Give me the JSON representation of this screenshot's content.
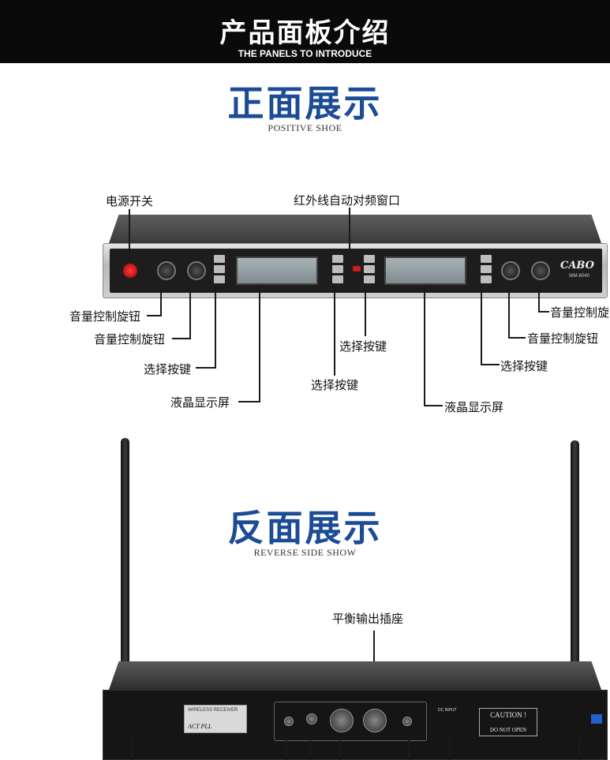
{
  "header": {
    "title": "产品面板介绍",
    "subtitle": "THE PANELS TO INTRODUCE"
  },
  "front": {
    "title": "正面展示",
    "subtitle": "POSITIVE SHOE",
    "callouts": {
      "power_switch": "电源开关",
      "ir_window": "红外线自动对频窗口",
      "volume_knob_1": "音量控制旋钮",
      "volume_knob_2": "音量控制旋钮",
      "select_button_1": "选择按键",
      "lcd_1": "液晶显示屏",
      "select_button_2": "选择按键",
      "select_button_3": "选择按键",
      "lcd_2": "液晶显示屏",
      "volume_knob_3": "音量控制旋",
      "volume_knob_4": "音量控制旋钮",
      "select_button_4": "选择按键"
    },
    "device": {
      "brand": "CABO",
      "model": "WM-8040"
    }
  },
  "rear": {
    "title": "反面展示",
    "subtitle": "REVERSE SIDE SHOW",
    "callouts": {
      "balanced_output": "平衡输出插座"
    },
    "device": {
      "label_line": "WIRELESS RECEIVER",
      "label_pll": "ACT PLL",
      "caution": "CAUTION !",
      "do_not_open": "DO NOT OPEN",
      "dc_input": "DC INPUT"
    }
  },
  "colors": {
    "banner_bg": "#0a0a0a",
    "title_blue": "#1c4c96",
    "power_red": "#cc1d1d"
  }
}
